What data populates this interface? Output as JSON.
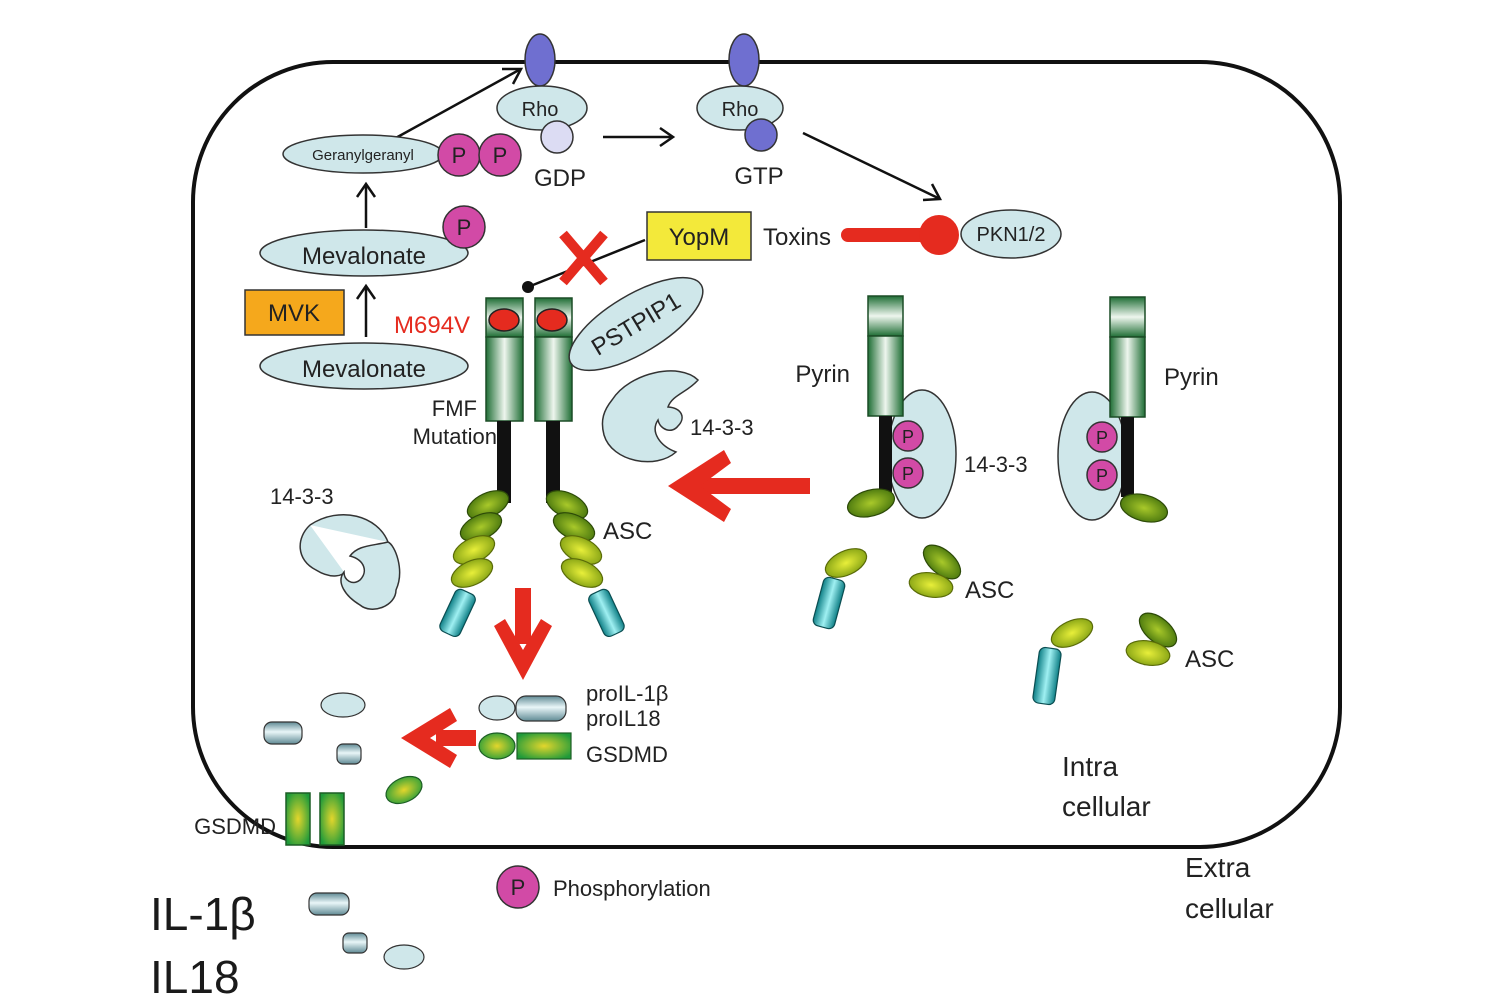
{
  "membrane": {
    "intracellular_line1": "Intra",
    "intracellular_line2": "cellular",
    "extracellular_line1": "Extra",
    "extracellular_line2": "cellular"
  },
  "mevalonate_pathway": {
    "geranylgeranyl": "Geranylgeranyl",
    "mevalonate_phosphate": "Mevalonate",
    "mevalonate": "Mevalonate",
    "mvk": "MVK"
  },
  "rho": {
    "rho_gdp_label": "Rho",
    "gdp": "GDP",
    "rho_gtp_label": "Rho",
    "gtp": "GTP"
  },
  "toxins": {
    "yopm": "YopM",
    "toxins": "Toxins",
    "pkn": "PKN1/2"
  },
  "pyrin_active": {
    "mutation": "M694V",
    "fmf_line1": "FMF",
    "fmf_line2": "Mutation",
    "pstpip1": "PSTPIP1",
    "free_14_3_3": "14-3-3",
    "asc": "ASC"
  },
  "pyrin_inactive": {
    "pyrin_left": "Pyrin",
    "pyrin_right": "Pyrin",
    "bound_14_3_3": "14-3-3",
    "asc_1": "ASC",
    "asc_2": "ASC"
  },
  "cytosol": {
    "free_14_3_3": "14-3-3"
  },
  "cleavage": {
    "pro_il1b": "proIL-1β",
    "pro_il18": "proIL18",
    "gsdmd": "GSDMD"
  },
  "secretion": {
    "gsdmd_pore": "GSDMD",
    "il1b": "IL-1β",
    "il18": "IL18"
  },
  "legend": {
    "p_letter": "P",
    "phosphorylation": "Phosphorylation"
  },
  "colors": {
    "protein_fill": "#cfe7ea",
    "phospho": "#d24aa6",
    "inhibition_red": "#e52b1f",
    "rho_knob": "#6f6fd0",
    "label_box": "#f5a81c",
    "yopm_box": "#f3e93a"
  }
}
